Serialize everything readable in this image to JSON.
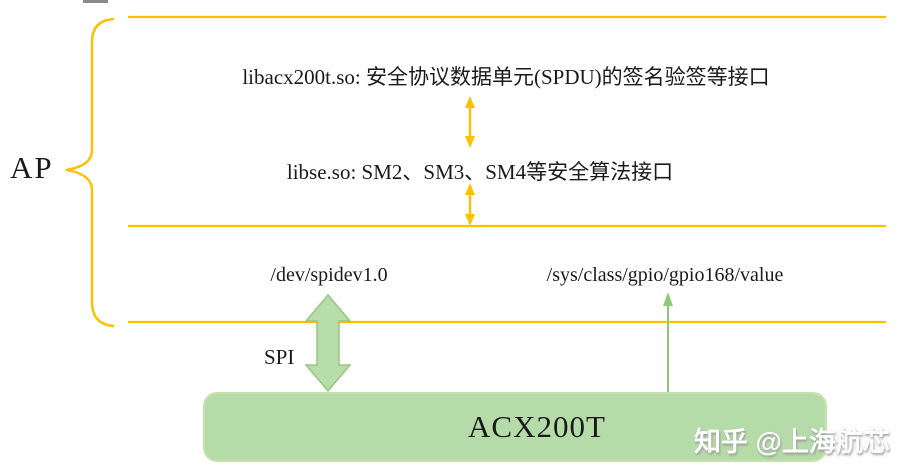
{
  "diagram": {
    "ap_label": "AP",
    "layers": {
      "libacx200t": "libacx200t.so: 安全协议数据单元(SPDU)的签名验签等接口",
      "libse": "libse.so: SM2、SM3、SM4等安全算法接口",
      "spidev": "/dev/spidev1.0",
      "gpio": "/sys/class/gpio/gpio168/value"
    },
    "spi_label": "SPI",
    "chip_label": "ACX200T",
    "watermark": "知乎 @上海航芯",
    "icons": {
      "ap_brace": "left-curly-brace",
      "gold_double_arrow": "vertical-double-headed-arrow",
      "spi_block_arrow": "thick-block-double-arrow",
      "gpio_arrow": "thin-up-arrow"
    },
    "colors": {
      "gold": "#FFC000",
      "green_fill": "#B5DCA8",
      "green_border": "#C6E2AC",
      "block_arrow_fill": "#B7DDA9",
      "block_arrow_stroke": "#9CC487",
      "thin_arrow_green": "#8FC878",
      "text": "#1A1A1A",
      "watermark_text": "#FFFFFF"
    }
  }
}
